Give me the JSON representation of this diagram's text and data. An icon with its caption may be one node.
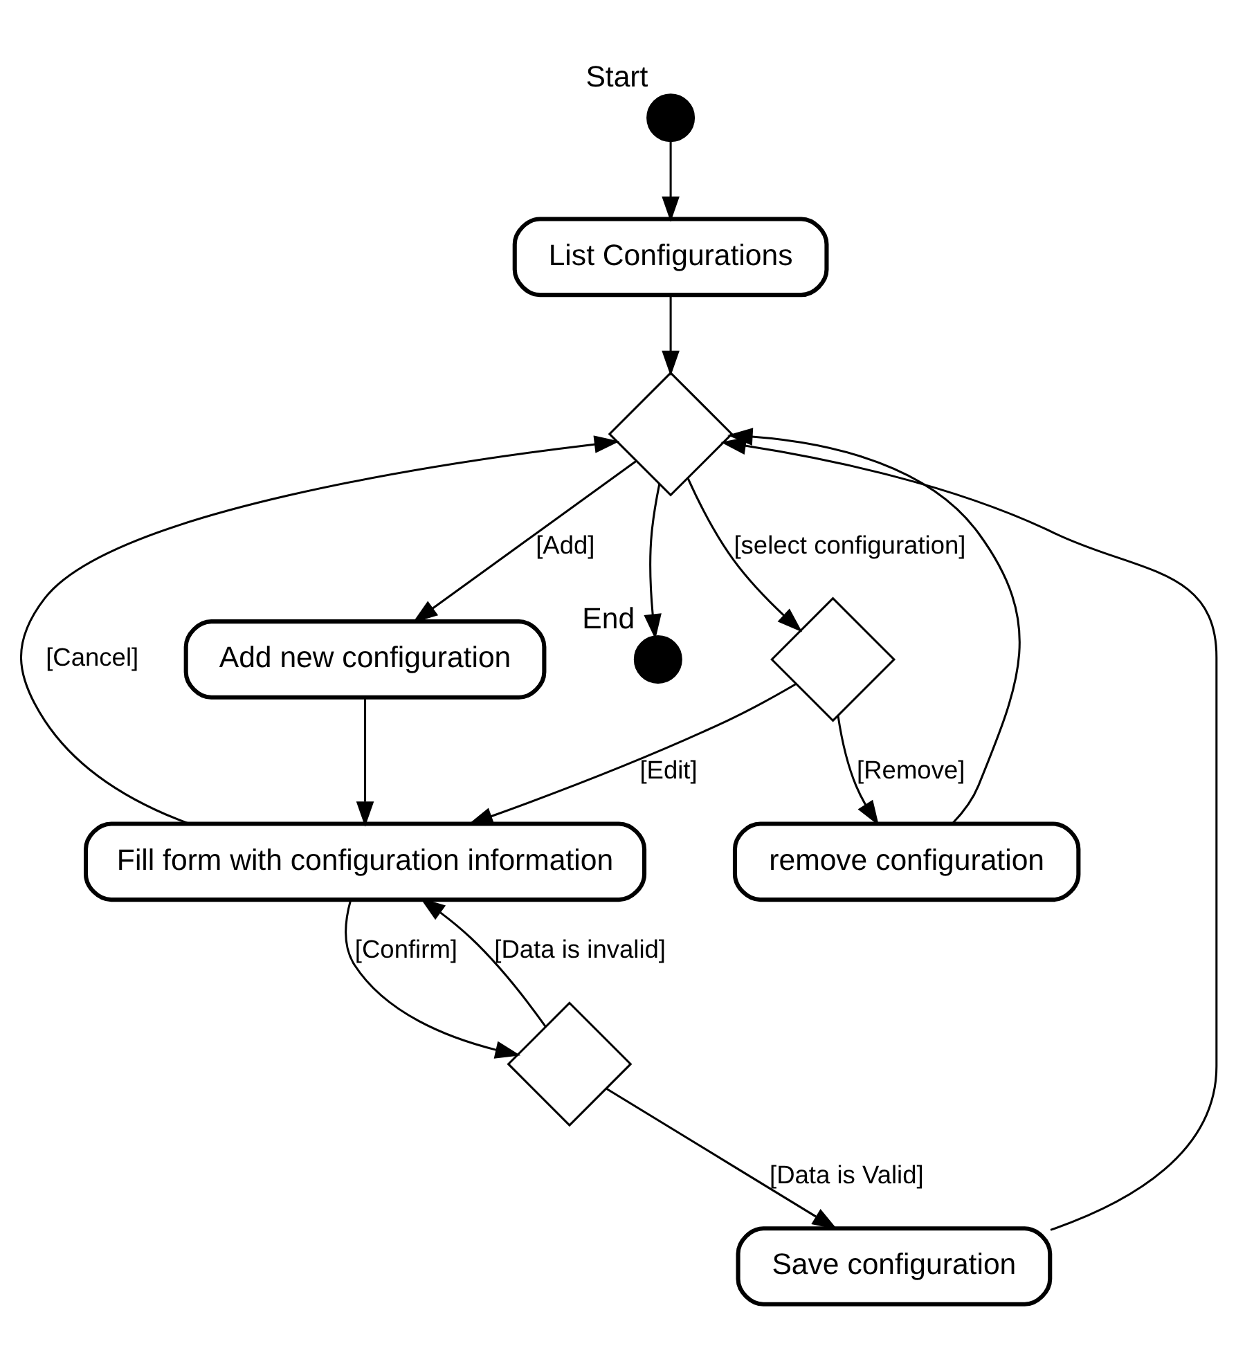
{
  "diagram": {
    "nodes": [
      {
        "text": [],
        "shape": "circle",
        "beside": [
          "Start"
        ]
      },
      {
        "text": [
          "List Configurations"
        ]
      },
      {
        "text": [],
        "shape": "diamond"
      },
      {
        "text": [
          "Add new configuration"
        ]
      },
      {
        "text": [],
        "shape": "diamond"
      },
      {
        "text": [
          "Fill form with configuration information"
        ]
      },
      {
        "text": [
          "remove configuration"
        ]
      },
      {
        "text": [],
        "shape": "diamond"
      },
      {
        "text": [
          "Save configuration"
        ]
      },
      {
        "text": [],
        "shape": "circle",
        "beside": [
          "End"
        ]
      }
    ],
    "edges": [
      {
        "from": 0,
        "to": 1,
        "arrow": "to"
      },
      {
        "from": 1,
        "to": 2,
        "arrow": "to"
      },
      {
        "from": 2,
        "to": 3,
        "arrow": "to",
        "label": "[Add]"
      },
      {
        "from": 2,
        "to": 4,
        "arrow": "to",
        "label": "[select configuration]"
      },
      {
        "from": 4,
        "to": 5,
        "arrow": "to",
        "label": "[Edit]"
      },
      {
        "from": 4,
        "to": 6,
        "arrow": "to",
        "label": "[Remove]"
      },
      {
        "from": 3,
        "to": 5,
        "arrow": "to"
      },
      {
        "from": 5,
        "to": 2,
        "arrow": "to",
        "label": "[Cancel]"
      },
      {
        "from": 6,
        "to": 2,
        "arrow": "to"
      },
      {
        "from": 5,
        "to": 7,
        "arrow": "to",
        "label": "[Confirm]"
      },
      {
        "from": 7,
        "to": 5,
        "arrow": "to",
        "label": "[Data is invalid]"
      },
      {
        "from": 7,
        "to": 8,
        "arrow": "to",
        "label": "[Data is Valid]"
      },
      {
        "from": 8,
        "to": 2,
        "arrow": "to"
      },
      {
        "from": 2,
        "to": 9,
        "arrow": "to"
      }
    ]
  }
}
